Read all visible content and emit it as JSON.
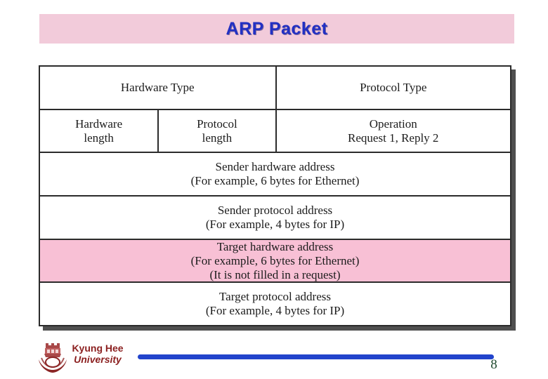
{
  "slide": {
    "title": "ARP Packet",
    "page_number": "8"
  },
  "footer": {
    "institution_name_line1": "Kyung Hee",
    "institution_name_line2": "University",
    "logo": "kyung-hee-university-emblem"
  },
  "colors": {
    "title_bar_bg": "#F2CBDA",
    "title_text": "#2230C3",
    "highlight_row_bg": "#F8C0D5",
    "accent_line_blue": "#2244CC",
    "logo_text_red": "#8B1F1F",
    "page_number_green": "#1F4A2F",
    "table_border": "#2B2B2B",
    "table_shadow": "#4F4F4F"
  },
  "packet_diagram": {
    "rows": [
      {
        "cells": [
          {
            "width_pct": 50,
            "lines": [
              "Hardware Type"
            ]
          },
          {
            "width_pct": 50,
            "lines": [
              "Protocol Type"
            ]
          }
        ]
      },
      {
        "cells": [
          {
            "width_pct": 25,
            "lines": [
              "Hardware",
              "length"
            ]
          },
          {
            "width_pct": 25,
            "lines": [
              "Protocol",
              "length"
            ]
          },
          {
            "width_pct": 50,
            "lines": [
              "Operation",
              "Request 1, Reply 2"
            ]
          }
        ]
      },
      {
        "cells": [
          {
            "width_pct": 100,
            "lines": [
              "Sender hardware address",
              "(For example, 6 bytes for Ethernet)"
            ]
          }
        ]
      },
      {
        "cells": [
          {
            "width_pct": 100,
            "lines": [
              "Sender protocol address",
              "(For example, 4 bytes for IP)"
            ]
          }
        ]
      },
      {
        "highlighted": true,
        "cells": [
          {
            "width_pct": 100,
            "lines": [
              "Target hardware address",
              "(For example, 6 bytes for Ethernet)",
              "(It is not filled in a request)"
            ]
          }
        ]
      },
      {
        "cells": [
          {
            "width_pct": 100,
            "lines": [
              "Target protocol address",
              "(For example, 4 bytes for IP)"
            ]
          }
        ]
      }
    ]
  }
}
